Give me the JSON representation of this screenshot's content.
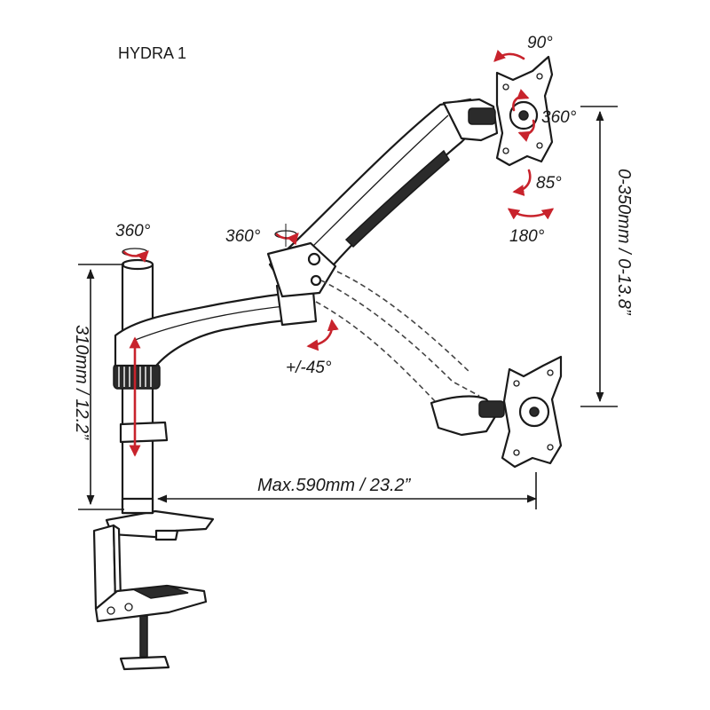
{
  "title": "HYDRA 1",
  "rotation_labels": {
    "monitor_tilt_top": "90°",
    "monitor_rotate": "360°",
    "monitor_tilt_bottom": "85°",
    "monitor_swivel": "180°",
    "pole_rotate": "360°",
    "elbow_rotate": "360°",
    "arm_tilt": "+/-45°"
  },
  "dimensions": {
    "pole_height": "310mm / 12.2”",
    "max_reach": "Max.590mm / 23.2”",
    "vertical_range": "0-350mm / 0-13.8”"
  },
  "colors": {
    "line": "#1a1a1a",
    "arrow_accent": "#c8232c",
    "background": "#ffffff"
  }
}
